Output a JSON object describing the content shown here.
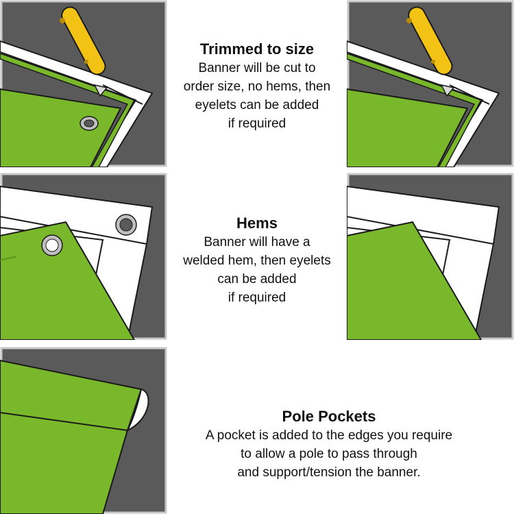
{
  "colors": {
    "panel_background": "#5a5a5a",
    "panel_border": "#c8c8c8",
    "banner_green": "#78b82a",
    "knife_yellow": "#f2c315",
    "white": "#ffffff",
    "outline": "#1a1a1a"
  },
  "sections": [
    {
      "heading": "Trimmed to size",
      "lines": [
        "Banner will be cut to",
        "order size, no hems, then",
        "eyelets can be added",
        "if required"
      ]
    },
    {
      "heading": "Hems",
      "lines": [
        "Banner will have a",
        "welded hem, then eyelets",
        "can be added",
        "if required"
      ]
    },
    {
      "heading": "Pole Pockets",
      "lines": [
        "A pocket is added to the edges you require",
        "to allow a pole to pass through",
        "and support/tension the banner."
      ]
    }
  ],
  "illustrations": [
    {
      "label": "trimmed-with-eyelet",
      "icons": [
        "craft-knife-icon",
        "eyelet-icon"
      ]
    },
    {
      "label": "trimmed-no-eyelet",
      "icons": [
        "craft-knife-icon"
      ]
    },
    {
      "label": "hem-with-eyelets",
      "icons": [
        "eyelet-icon",
        "eyelet-icon"
      ]
    },
    {
      "label": "hem-no-eyelets",
      "icons": []
    },
    {
      "label": "pole-pocket",
      "icons": []
    }
  ]
}
